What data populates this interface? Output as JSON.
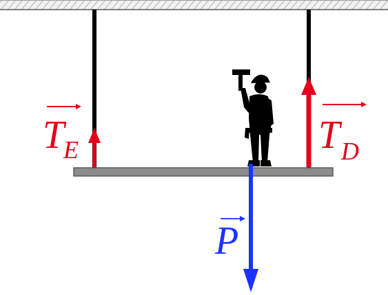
{
  "diagram": {
    "labels": [
      "T",
      "E",
      "T",
      "D",
      "P"
    ]
  }
}
